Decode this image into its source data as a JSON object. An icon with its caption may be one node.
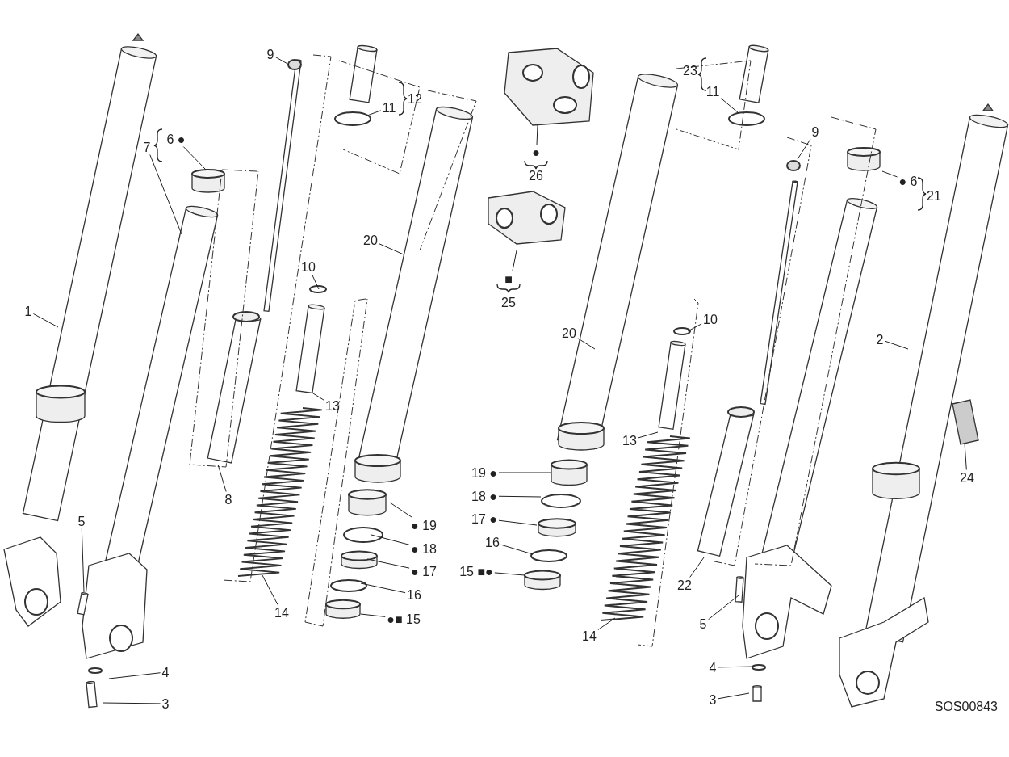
{
  "diagram": {
    "nodes": [
      {
        "text": [
          "9"
        ]
      },
      {
        "text": [
          "12"
        ]
      },
      {
        "text": [
          "11"
        ]
      },
      {
        "text": [
          "23"
        ]
      },
      {
        "text": [
          "11"
        ]
      },
      {
        "text": [
          "6 ●"
        ]
      },
      {
        "text": [
          "7"
        ]
      },
      {
        "text": [
          "●",
          "26"
        ]
      },
      {
        "text": [
          "1"
        ]
      },
      {
        "text": [
          "20"
        ]
      },
      {
        "text": [
          "21"
        ]
      },
      {
        "text": [
          "● 6"
        ]
      },
      {
        "text": [
          "9"
        ]
      },
      {
        "text": [
          "■",
          "25"
        ]
      },
      {
        "text": [
          "10"
        ]
      },
      {
        "text": [
          "10"
        ]
      },
      {
        "text": [
          "2"
        ]
      },
      {
        "text": [
          "20"
        ]
      },
      {
        "text": [
          "13"
        ]
      },
      {
        "text": [
          "13"
        ]
      },
      {
        "text": [
          "19 ●"
        ]
      },
      {
        "text": [
          "24"
        ]
      },
      {
        "text": [
          "18 ●"
        ]
      },
      {
        "text": [
          "8"
        ]
      },
      {
        "text": [
          "17 ●"
        ]
      },
      {
        "text": [
          "● 19"
        ]
      },
      {
        "text": [
          "5"
        ]
      },
      {
        "text": [
          "16"
        ]
      },
      {
        "text": [
          "● 18"
        ]
      },
      {
        "text": [
          "15 ■●"
        ]
      },
      {
        "text": [
          "● 17"
        ]
      },
      {
        "text": [
          "22"
        ]
      },
      {
        "text": [
          "16"
        ]
      },
      {
        "text": [
          "14"
        ]
      },
      {
        "text": [
          "●■ 15"
        ]
      },
      {
        "text": [
          "5"
        ]
      },
      {
        "text": [
          "14"
        ]
      },
      {
        "text": [
          "4"
        ]
      },
      {
        "text": [
          "4"
        ]
      },
      {
        "text": [
          "3"
        ]
      },
      {
        "text": [
          "3"
        ]
      }
    ],
    "edges": [
      {
        "from": 0,
        "to": null,
        "arrow": "none"
      },
      {
        "from": 2,
        "to": null,
        "arrow": "none"
      },
      {
        "from": 4,
        "to": null,
        "arrow": "none"
      },
      {
        "from": 5,
        "to": null,
        "arrow": "none"
      },
      {
        "from": 6,
        "to": null,
        "arrow": "none"
      },
      {
        "from": 7,
        "to": null,
        "arrow": "none"
      },
      {
        "from": 8,
        "to": null,
        "arrow": "none"
      },
      {
        "from": 9,
        "to": null,
        "arrow": "none"
      },
      {
        "from": 11,
        "to": null,
        "arrow": "none"
      },
      {
        "from": 12,
        "to": null,
        "arrow": "none"
      },
      {
        "from": 13,
        "to": null,
        "arrow": "none"
      },
      {
        "from": 14,
        "to": null,
        "arrow": "none"
      },
      {
        "from": 15,
        "to": null,
        "arrow": "none"
      },
      {
        "from": 16,
        "to": null,
        "arrow": "none"
      },
      {
        "from": 17,
        "to": null,
        "arrow": "none"
      },
      {
        "from": 18,
        "to": null,
        "arrow": "none"
      },
      {
        "from": 19,
        "to": null,
        "arrow": "none"
      },
      {
        "from": 20,
        "to": null,
        "arrow": "none"
      },
      {
        "from": 21,
        "to": null,
        "arrow": "none"
      },
      {
        "from": 22,
        "to": null,
        "arrow": "none"
      },
      {
        "from": 23,
        "to": null,
        "arrow": "none"
      },
      {
        "from": 24,
        "to": null,
        "arrow": "none"
      },
      {
        "from": 25,
        "to": null,
        "arrow": "none"
      },
      {
        "from": 26,
        "to": null,
        "arrow": "none"
      },
      {
        "from": 27,
        "to": null,
        "arrow": "none"
      },
      {
        "from": 28,
        "to": null,
        "arrow": "none"
      },
      {
        "from": 29,
        "to": null,
        "arrow": "none"
      },
      {
        "from": 30,
        "to": null,
        "arrow": "none"
      },
      {
        "from": 31,
        "to": null,
        "arrow": "none"
      },
      {
        "from": 32,
        "to": null,
        "arrow": "none"
      },
      {
        "from": 33,
        "to": null,
        "arrow": "none"
      },
      {
        "from": 34,
        "to": null,
        "arrow": "none"
      },
      {
        "from": 35,
        "to": null,
        "arrow": "none"
      },
      {
        "from": 36,
        "to": null,
        "arrow": "none"
      },
      {
        "from": 37,
        "to": null,
        "arrow": "none"
      },
      {
        "from": 38,
        "to": null,
        "arrow": "none"
      },
      {
        "from": 39,
        "to": null,
        "arrow": "none"
      },
      {
        "from": 40,
        "to": null,
        "arrow": "none"
      }
    ],
    "labels": [
      "SOS00843"
    ]
  }
}
